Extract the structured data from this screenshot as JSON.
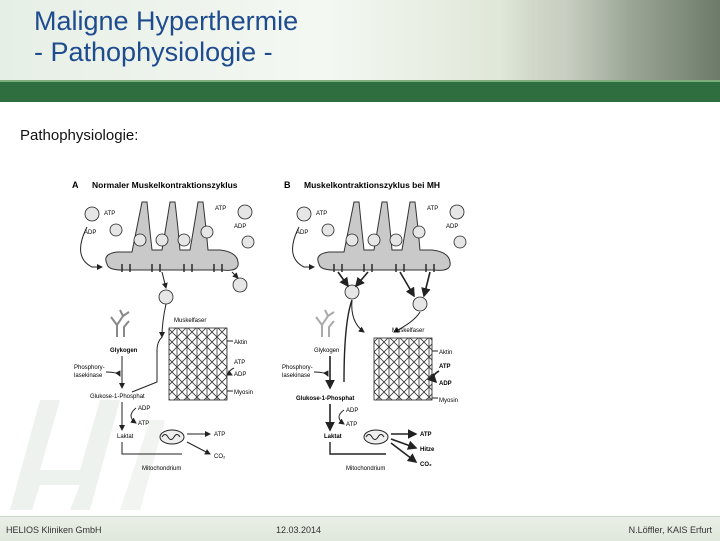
{
  "slide": {
    "title_line1": "Maligne Hyperthermie",
    "title_line2": "- Pathophysiologie -",
    "subtitle": "Pathophysiologie:"
  },
  "diagram": {
    "panel_a": {
      "letter": "A",
      "title": "Normaler Muskelkontraktionszyklus",
      "atp_left": "ATP",
      "adp_left": "ADP",
      "atp_right": "ATP",
      "adp_right": "ADP",
      "muskelfaser": "Muskelfaser",
      "aktin": "Aktin",
      "atp": "ATP",
      "adp": "ADP",
      "myosin": "Myosin",
      "glykogen": "Glykogen",
      "phosphorylasekinase_1": "Phosphory-",
      "phosphorylasekinase_2": "lasekinase",
      "glukose": "Glukose-1-Phosphat",
      "adp2": "ADP",
      "atp2": "ATP",
      "laktat": "Laktat",
      "mito_atp": "ATP",
      "mito_co2": "CO₂",
      "mitochondrium": "Mitochondrium"
    },
    "panel_b": {
      "letter": "B",
      "title": "Muskelkontraktionszyklus bei MH",
      "atp_left": "ATP",
      "adp_left": "ADP",
      "atp_right": "ATP",
      "adp_right": "ADP",
      "muskelfaser": "Muskelfaser",
      "aktin": "Aktin",
      "atp": "ATP",
      "adp": "ADP",
      "myosin": "Myosin",
      "glykogen": "Glykogen",
      "phosphorylasekinase_1": "Phosphory-",
      "phosphorylasekinase_2": "lasekinase",
      "glukose": "Glukose-1-Phosphat",
      "adp2": "ADP",
      "atp2": "ATP",
      "laktat": "Laktat",
      "mito_atp": "ATP",
      "mito_hitze": "Hitze",
      "mito_co2": "CO₂",
      "mitochondrium": "Mitochondrium"
    }
  },
  "footer": {
    "left": "HELIOS Kliniken GmbH",
    "center": "12.03.2014",
    "right": "N.Löffler,  KAIS Erfurt"
  },
  "colors": {
    "title": "#1f4b8f",
    "green_bar": "#2f6e3e"
  }
}
